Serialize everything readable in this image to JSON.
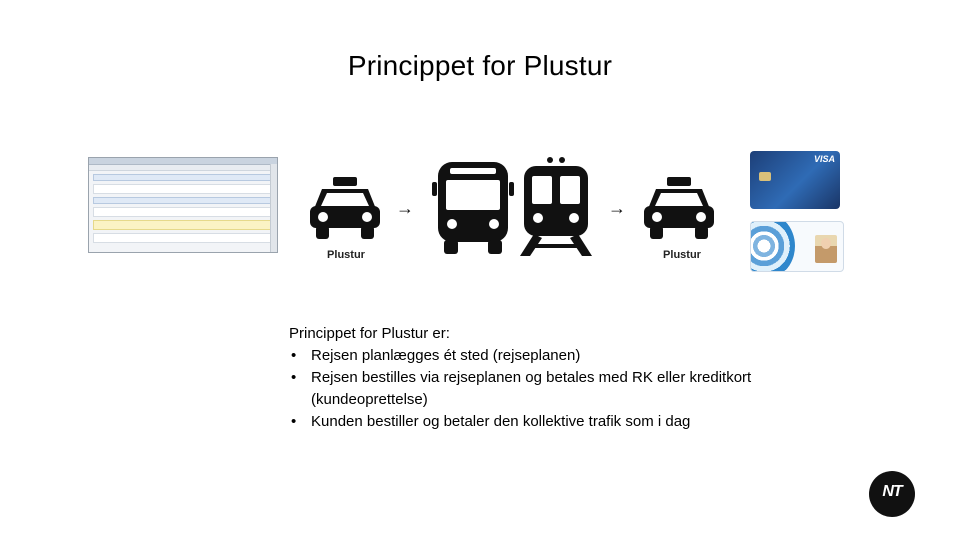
{
  "slide": {
    "title": "Princippet for Plustur",
    "diagram": {
      "left_label": "Plustur",
      "right_label": "Plustur",
      "arrow_glyph": "→",
      "icons": [
        "taxi-icon",
        "bus-icon",
        "train-icon",
        "taxi-icon"
      ]
    },
    "body": {
      "heading": "Princippet for Plustur er:",
      "bullets": [
        "Rejsen planlægges ét sted (rejseplanen)",
        "Rejsen bestilles via rejseplanen og betales med RK eller kreditkort (kundeoprettelse)",
        "Kunden bestiller og betaler den kollektive trafik som i dag"
      ]
    },
    "logo_text": "NT",
    "cards": {
      "visa_brand": "VISA"
    }
  }
}
